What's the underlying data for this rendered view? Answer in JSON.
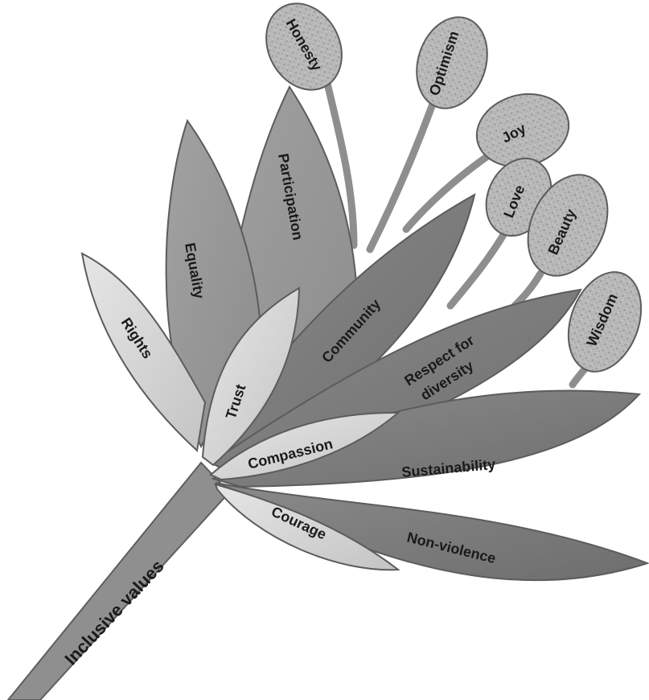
{
  "diagram": {
    "stem_label": "Inclusive values",
    "leaves": {
      "rights": "Rights",
      "equality": "Equality",
      "participation": "Participation",
      "trust": "Trust",
      "community": "Community",
      "respect_line1": "Respect for",
      "respect_line2": "diversity",
      "compassion": "Compassion",
      "sustainability": "Sustainability",
      "courage": "Courage",
      "non_violence": "Non-violence"
    },
    "buds": {
      "honesty": "Honesty",
      "optimism": "Optimism",
      "joy": "Joy",
      "love": "Love",
      "beauty": "Beauty",
      "wisdom": "Wisdom"
    }
  }
}
